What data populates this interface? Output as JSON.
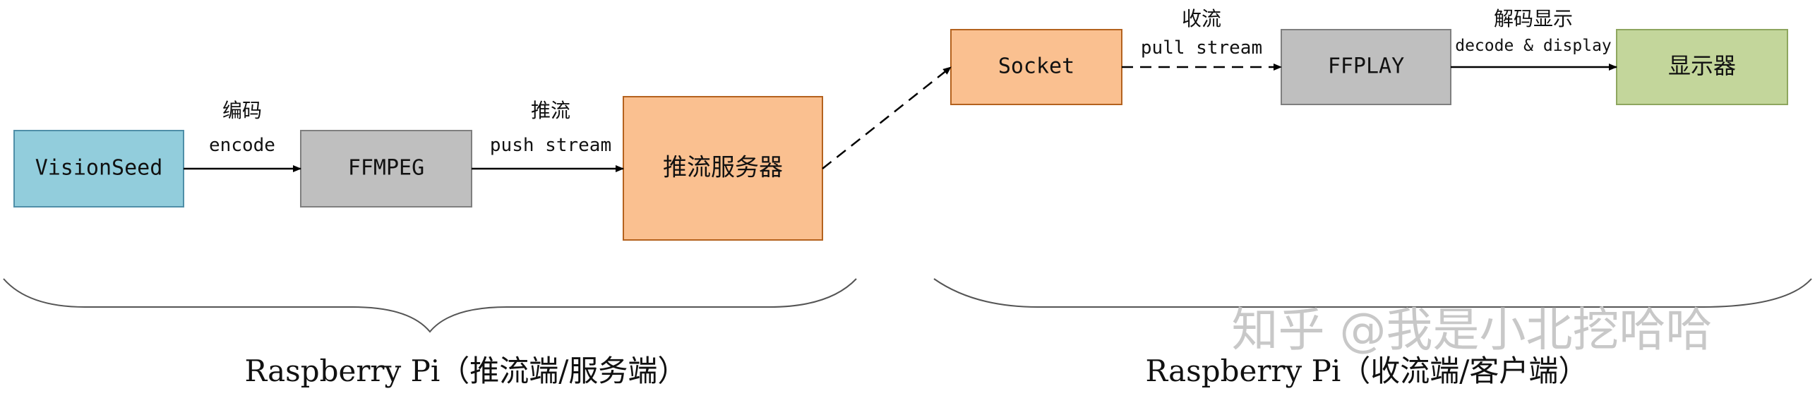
{
  "nodes": {
    "visionseed": {
      "label": "VisionSeed",
      "fill": "#92CDDC"
    },
    "ffmpeg": {
      "label": "FFMPEG",
      "fill": "#BFBFBF"
    },
    "push_server": {
      "label": "推流服务器",
      "fill": "#FAC090"
    },
    "socket": {
      "label": "Socket",
      "fill": "#FAC090"
    },
    "ffplay": {
      "label": "FFPLAY",
      "fill": "#BFBFBF"
    },
    "display": {
      "label": "显示器",
      "fill": "#C3D69B"
    }
  },
  "edges": {
    "encode": {
      "cn": "编码",
      "en": "encode"
    },
    "push": {
      "cn": "推流",
      "en": "push stream"
    },
    "pull": {
      "cn": "收流",
      "en": "pull stream"
    },
    "decode": {
      "cn": "解码显示",
      "en": "decode & display"
    }
  },
  "groups": {
    "server": {
      "label": "Raspberry Pi（推流端/服务端）"
    },
    "client": {
      "label": "Raspberry Pi（收流端/客户端）"
    }
  },
  "watermark": "知乎 @我是小北挖哈哈",
  "colors": {
    "border_blue": "#4F8FA8",
    "border_gray": "#7F7F7F",
    "border_orange": "#B4621E",
    "border_green": "#8EA65F",
    "line": "#000000"
  }
}
